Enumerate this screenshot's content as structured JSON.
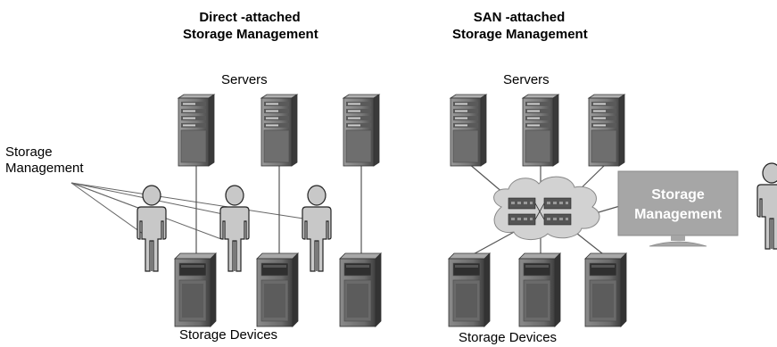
{
  "left_panel": {
    "title_line1": "Direct -attached",
    "title_line2": "Storage Management",
    "servers_label": "Servers",
    "storage_devices_label": "Storage Devices",
    "storage_management_label_line1": "Storage",
    "storage_management_label_line2": "Management"
  },
  "right_panel": {
    "title_line1": "SAN -attached",
    "title_line2": "Storage Management",
    "servers_label": "Servers",
    "storage_devices_label": "Storage Devices",
    "monitor_line1": "Storage",
    "monitor_line2": "Management"
  },
  "colors": {
    "device_body": "#808080",
    "device_dark": "#404040",
    "person_fill": "#c8c8c8",
    "cloud_fill": "#d2d2d2",
    "monitor_fill": "#a6a6a6",
    "line": "#555555"
  }
}
